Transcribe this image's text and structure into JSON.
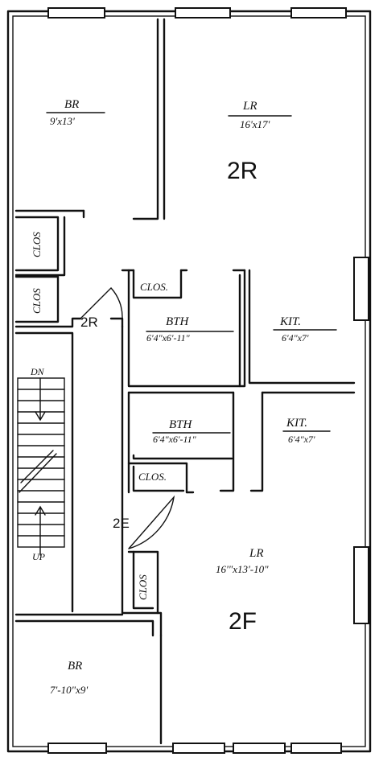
{
  "rooms": {
    "bedroom_rear": {
      "name": "BR",
      "dims": "9'x13'"
    },
    "living_rear": {
      "name": "LR",
      "dims": "16'x17'"
    },
    "bath_rear": {
      "name": "BTH",
      "dims": "6'4\"x6'-11\""
    },
    "kitchen_rear": {
      "name": "KIT.",
      "dims": "6'4\"x7'"
    },
    "bath_front": {
      "name": "BTH",
      "dims": "6'4\"x6'-11\""
    },
    "kitchen_front": {
      "name": "KIT.",
      "dims": "6'4\"x7'"
    },
    "living_front": {
      "name": "LR",
      "dims": "16'\"x13'-10\""
    },
    "bedroom_front": {
      "name": "BR",
      "dims": "7'-10\"x9'"
    }
  },
  "units": {
    "rear": "2R",
    "front": "2F"
  },
  "entries": {
    "rear": "2R",
    "front": "2E"
  },
  "closets": [
    "CLOS",
    "CLOS",
    "CLOS.",
    "CLOS.",
    "CLOS"
  ],
  "stairs": {
    "down": "DN",
    "up": "UP"
  }
}
